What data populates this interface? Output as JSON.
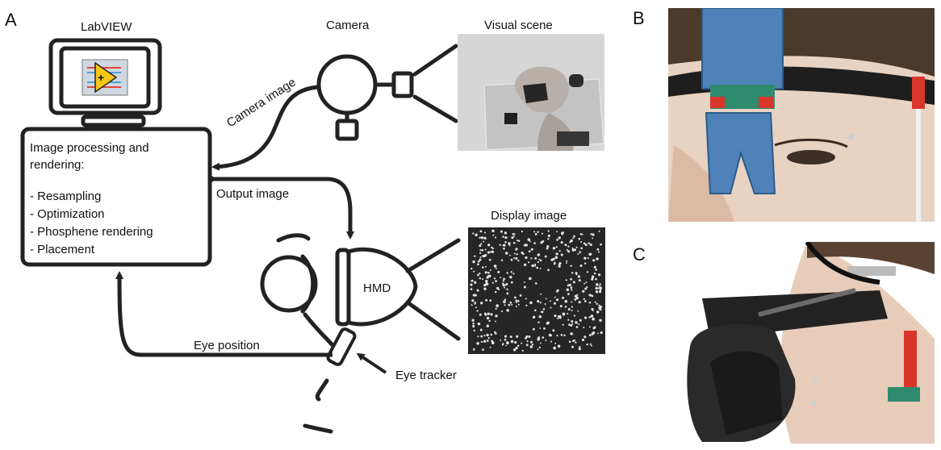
{
  "panel_labels": {
    "a": "A",
    "b": "B",
    "c": "C"
  },
  "labels": {
    "labview": "LabVIEW",
    "camera": "Camera",
    "visual_scene": "Visual scene",
    "camera_image": "Camera image",
    "display_image": "Display image",
    "output_image": "Output image",
    "hmd": "HMD",
    "eye_position": "Eye position",
    "eye_tracker": "Eye tracker"
  },
  "processing_box": {
    "title_line1": "Image processing and",
    "title_line2": "rendering:",
    "steps": [
      "- Resampling",
      "- Optimization",
      "- Phosphene rendering",
      "- Placement"
    ]
  },
  "icons": {
    "computer": "computer-monitor-icon",
    "labview": "labview-logo-icon",
    "camera": "camera-icon",
    "eye": "eye-icon",
    "hmd": "head-mounted-display-icon",
    "eye_tracker": "eye-tracker-icon"
  },
  "colors": {
    "stroke": "#222222",
    "scene_bg": "#d6d6d6",
    "display_bg": "#262626",
    "phosphene": "#e6e6e6",
    "headset_blue": "#4e82b8",
    "logo_yellow": "#f5c518"
  }
}
